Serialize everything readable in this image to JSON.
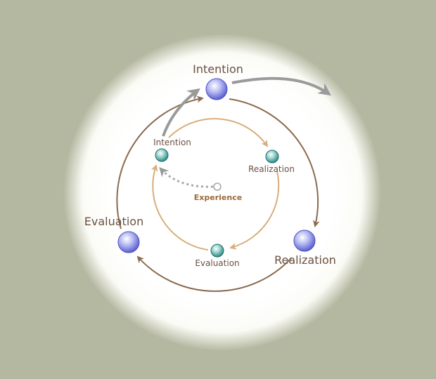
{
  "colors": {
    "background": "#b5b8a0",
    "outer_loop": "#8b6b4e",
    "inner_loop": "#d9ad7c",
    "grey_arrow": "#9a9a9a",
    "outer_node": "#5a5fd0",
    "inner_node": "#2e8a86",
    "label_text": "#6b5040",
    "experience_text": "#9c6b3c"
  },
  "outer_cycle": {
    "intention": "Intention",
    "realization": "Realization",
    "evaluation": "Evaluation"
  },
  "inner_cycle": {
    "intention": "Intention",
    "realization": "Realization",
    "evaluation": "Evaluation"
  },
  "center": {
    "experience": "Experience"
  }
}
